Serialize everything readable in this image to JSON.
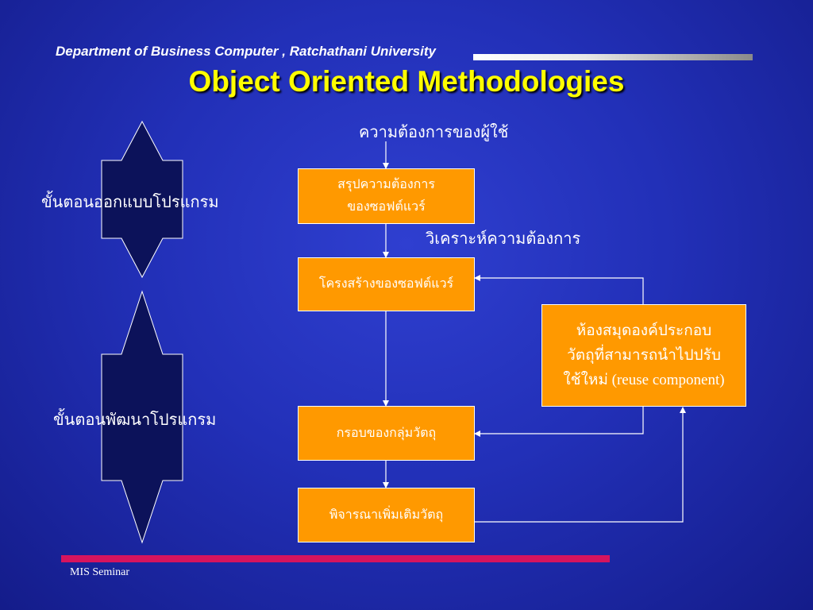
{
  "header": {
    "department": "Department of Business Computer , Ratchathani University",
    "title": "Object Oriented Methodologies"
  },
  "side_labels": {
    "design": "ขั้นตอนออกแบบโปรแกรม",
    "development": "ขั้นตอนพัฒนาโปรแกรม"
  },
  "flow": {
    "input_label": "ความต้องการของผู้ใช้",
    "analysis_label": "วิเคราะห์ความต้องการ",
    "box1": [
      "สรุปความต้องการ",
      "ของซอฟต์แวร์"
    ],
    "box2": "โครงสร้างของซอฟต์แวร์",
    "box3": "กรอบของกลุ่มวัตถุ",
    "box4": "พิจารณาเพิ่มเติมวัตถุ",
    "reuse_box": [
      "ห้องสมุดองค์ประกอบ",
      "วัตถุที่สามารถนำไปปรับ",
      "ใช้ใหม่ (reuse component)"
    ]
  },
  "footer": {
    "text": "MIS Seminar"
  },
  "colors": {
    "background": "#2230b8",
    "box_fill": "#ff9900",
    "title": "#ffff00",
    "footer_bar": "#d6145e",
    "arrow_shape": "#0c125a"
  }
}
